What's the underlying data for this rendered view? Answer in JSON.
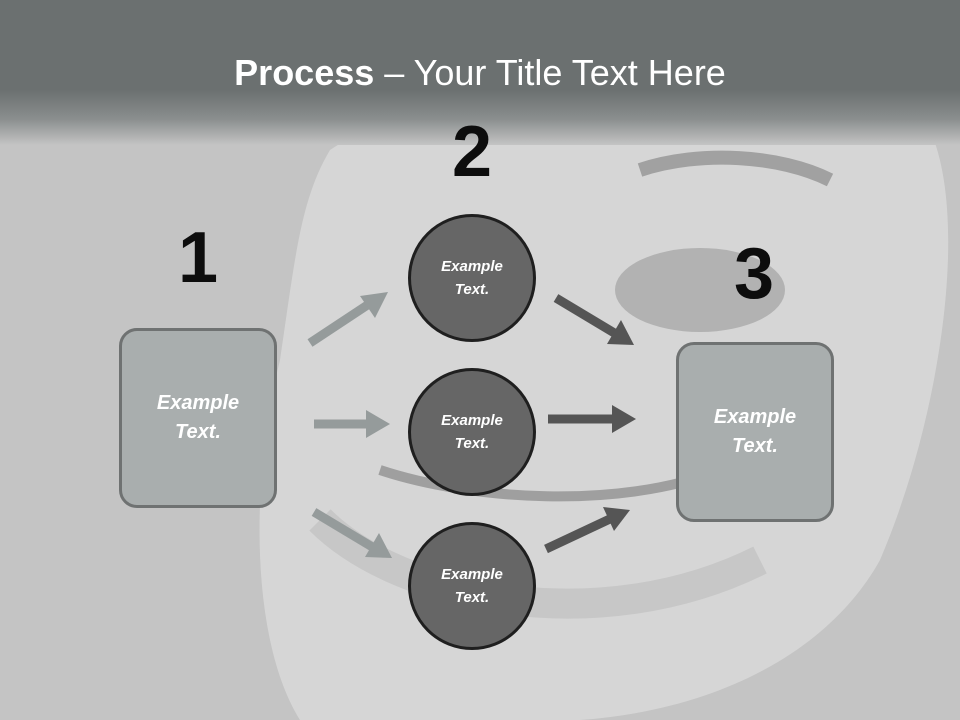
{
  "title": {
    "bold": "Process",
    "rest": " – Your Title Text Here"
  },
  "steps": [
    "1",
    "2",
    "3"
  ],
  "left_box": {
    "label": "Example Text."
  },
  "circles": [
    {
      "label": "Example Text."
    },
    {
      "label": "Example Text."
    },
    {
      "label": "Example Text."
    }
  ],
  "right_box": {
    "label": "Example Text."
  },
  "colors": {
    "header": "#6b7070",
    "box_fill": "#a9aeae",
    "circle_fill": "#666666",
    "arrow_light": "#959b9b",
    "arrow_dark": "#555555"
  }
}
